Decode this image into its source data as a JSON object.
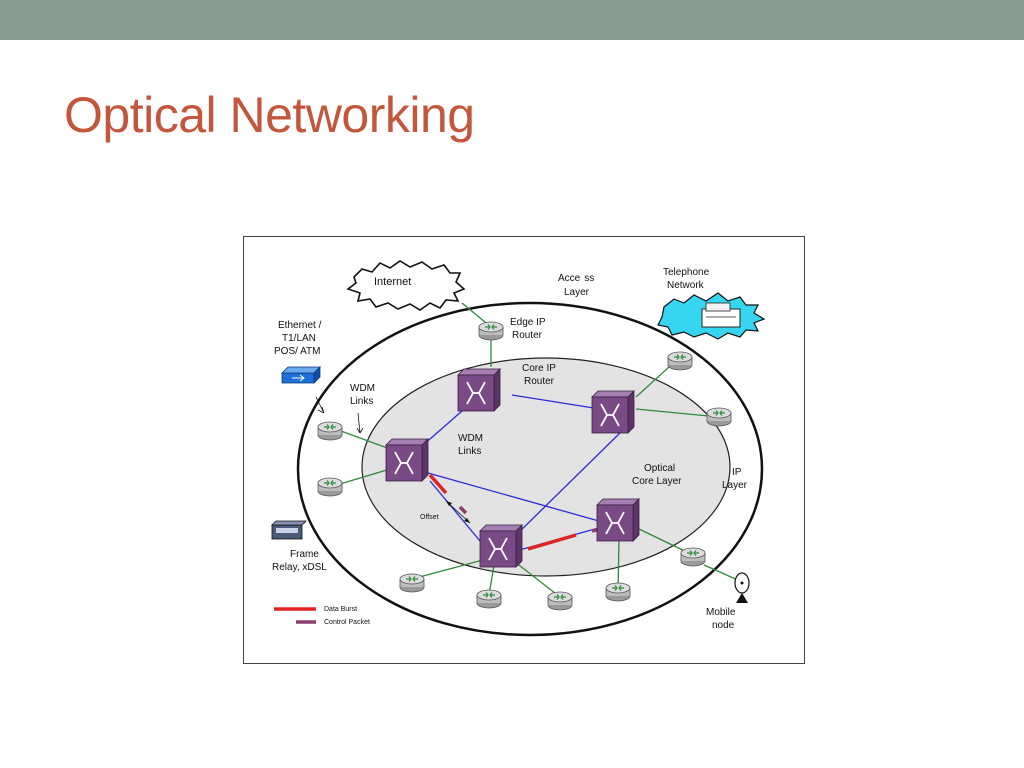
{
  "slide": {
    "title": "Optical Networking",
    "colors": {
      "top_bar": "#8a9a92",
      "title": "#c4563b",
      "outer_ring": "#ffffff",
      "core_ellipse": "#e3e3e3",
      "switch_fill": "#7a4a86",
      "switch_top": "#a57fb1",
      "switch_side": "#5d3468",
      "router_fill": "#c9c9c9",
      "wdm_link": "#2b2bd9",
      "access_link": "#2e8a3a",
      "data_burst": "#e32222",
      "control_packet": "#8e3d6e",
      "telephone_cloud": "#37d6f0",
      "ethernet_device": "#1e6fd8"
    }
  },
  "diagram": {
    "labels": {
      "internet": "Internet",
      "access_layer_1": "Acce",
      "access_layer_2": "ss",
      "access_layer_3": "Layer",
      "telephone_1": "Telephone",
      "telephone_2": "Network",
      "ethernet_1": "Ethernet /",
      "ethernet_2": "T1/LAN",
      "ethernet_3": "POS/ ATM",
      "edge_router_1": "Edge IP",
      "edge_router_2": "Router",
      "core_router_1": "Core IP",
      "core_router_2": "Router",
      "wdm_a_1": "WDM",
      "wdm_a_2": "Links",
      "wdm_b_1": "WDM",
      "wdm_b_2": "Links",
      "optical_core_1": "Optical",
      "optical_core_2": "Core Layer",
      "ip_layer_1": "IP",
      "ip_layer_2": "Layer",
      "frame_relay_1": "Frame",
      "frame_relay_2": "Relay, xDSL",
      "offset": "Offset",
      "mobile_1": "Mobile",
      "mobile_2": "node"
    },
    "legend": {
      "data_burst": "Data Burst",
      "control_packet": "Control Packet"
    }
  }
}
